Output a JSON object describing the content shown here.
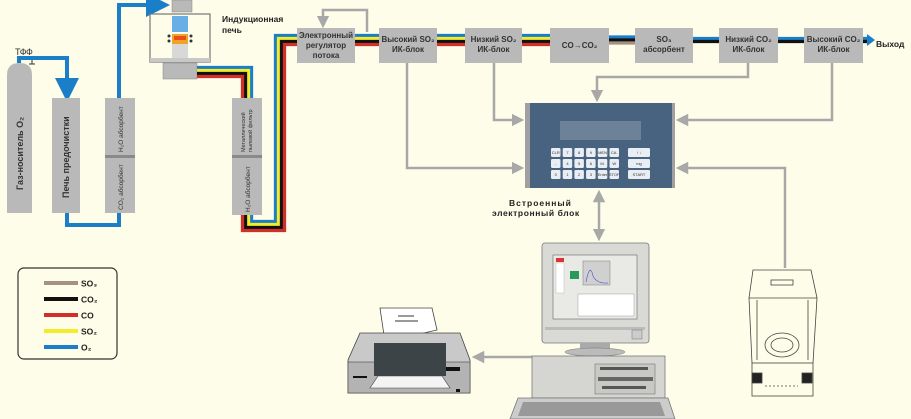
{
  "colors": {
    "background": "#fdfde9",
    "box": "#b9b9b9",
    "signal_line": "#a8a8a8",
    "panel": "#48637f",
    "SO3": "#a39280",
    "CO2": "#111111",
    "CO": "#d0302a",
    "SO2": "#f2ec2a",
    "O2": "#1a7fc8"
  },
  "gas_supply": {
    "cylinder": "Газ-носитель O₂",
    "prefurnace": "Печь предочистки",
    "absorber_top": "H₂O абсорбент",
    "absorber_bottom": "CO₂ абсорбент",
    "valve_symbol": "ТФФ"
  },
  "furnace": {
    "label_line1": "Индукционная",
    "label_line2": "печь"
  },
  "filter": {
    "top": "Металлический пылевой фильтр",
    "top_line1": "Металлический",
    "top_line2": "пылевой фильтр",
    "bottom": "H₂O абсорбент"
  },
  "modules": [
    {
      "line1": "Электронный",
      "line2": "регулятор",
      "line3": "потока"
    },
    {
      "line1": "Высокий SO₂",
      "line2": "ИК-блок"
    },
    {
      "line1": "Низкий SO₂",
      "line2": "ИК-блок"
    },
    {
      "line1": "CO→CO₂",
      "line2": ""
    },
    {
      "line1": "SO₃",
      "line2": "абсорбент"
    },
    {
      "line1": "Низкий CO₂",
      "line2": "ИК-блок"
    },
    {
      "line1": "Высокий CO₂",
      "line2": "ИК-блок"
    }
  ],
  "outlet": "Выход",
  "control_unit": {
    "label_line1": "Встроенный",
    "label_line2": "электронный блок",
    "keys": [
      [
        "CLR",
        "7",
        "8",
        "9",
        "MEN",
        "CA."
      ],
      [
        "-",
        "4",
        "5",
        "6",
        "M.",
        "W"
      ],
      [
        "0",
        "1",
        "2",
        "3",
        "Enter",
        "STOP"
      ]
    ],
    "side_keys": [
      "↑ ↓",
      "mg",
      "START"
    ]
  },
  "legend": [
    {
      "label": "SO₃",
      "color": "#a39280"
    },
    {
      "label": "CO₂",
      "color": "#111111"
    },
    {
      "label": "CO",
      "color": "#d0302a"
    },
    {
      "label": "SO₂",
      "color": "#f2ec2a"
    },
    {
      "label": "O₂",
      "color": "#1a7fc8"
    }
  ],
  "peripherals": {
    "computer": "computer-icon",
    "printer": "printer-icon",
    "balance": "analytical-balance-icon"
  }
}
